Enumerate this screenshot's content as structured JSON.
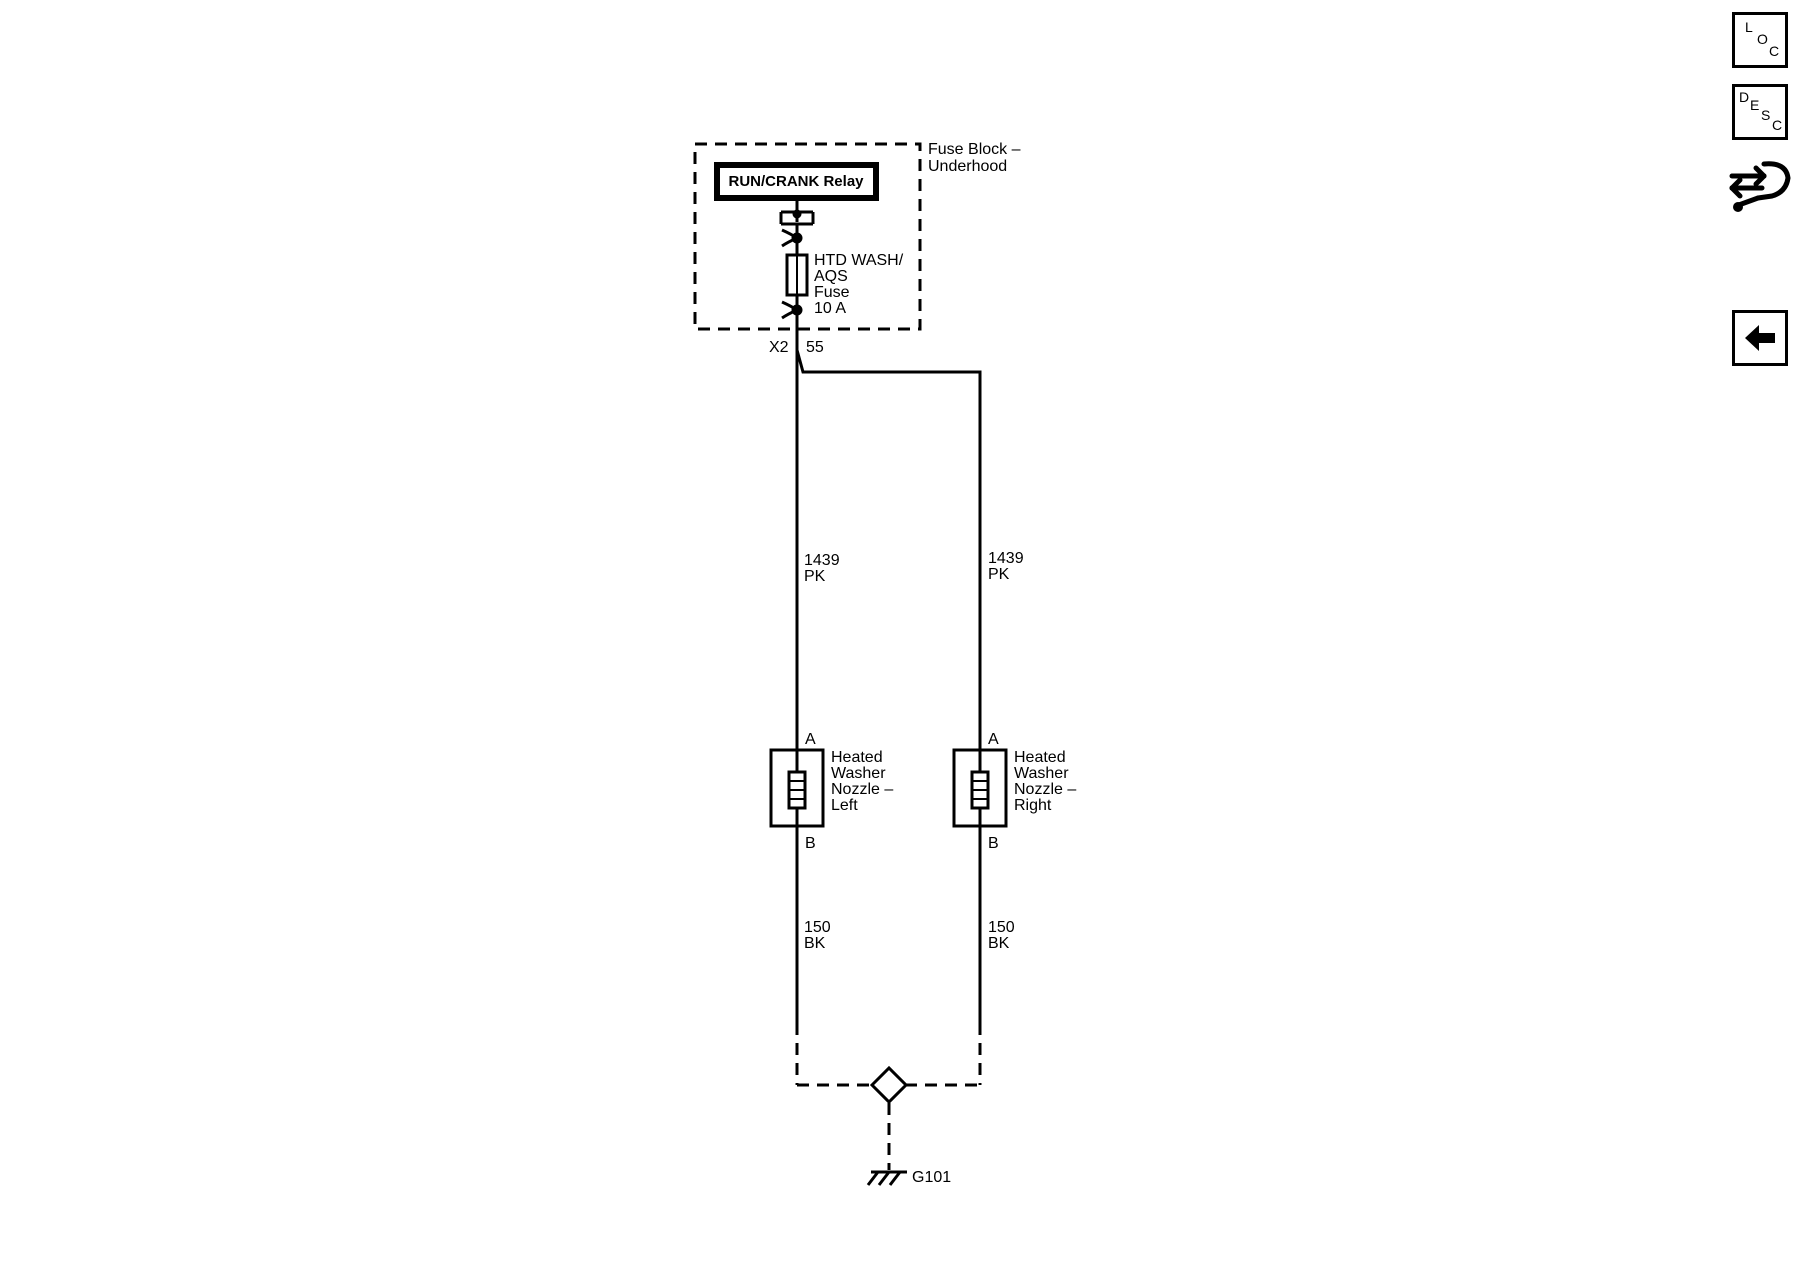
{
  "relay": {
    "label": "RUN/CRANK Relay"
  },
  "fuse_block": {
    "line1": "Fuse Block –",
    "line2": "Underhood"
  },
  "fuse": {
    "line1": "HTD WASH/",
    "line2": "AQS",
    "line3": "Fuse",
    "line4": "10 A"
  },
  "connector": {
    "name": "X2",
    "pin": "55"
  },
  "wires": {
    "left_upper": {
      "circuit": "1439",
      "color": "PK"
    },
    "right_upper": {
      "circuit": "1439",
      "color": "PK"
    },
    "left_lower": {
      "circuit": "150",
      "color": "BK"
    },
    "right_lower": {
      "circuit": "150",
      "color": "BK"
    }
  },
  "nozzle_left": {
    "pin_a": "A",
    "pin_b": "B",
    "line1": "Heated",
    "line2": "Washer",
    "line3": "Nozzle –",
    "line4": "Left"
  },
  "nozzle_right": {
    "pin_a": "A",
    "pin_b": "B",
    "line1": "Heated",
    "line2": "Washer",
    "line3": "Nozzle –",
    "line4": "Right"
  },
  "ground": {
    "label": "G101"
  },
  "side_buttons": {
    "loc": {
      "c1": "L",
      "c2": "O",
      "c3": "C"
    },
    "desc": {
      "c1": "D",
      "c2": "E",
      "c3": "S",
      "c4": "C"
    },
    "connector_icon": "connector-wrench-icon",
    "back_icon": "back-arrow-icon"
  }
}
